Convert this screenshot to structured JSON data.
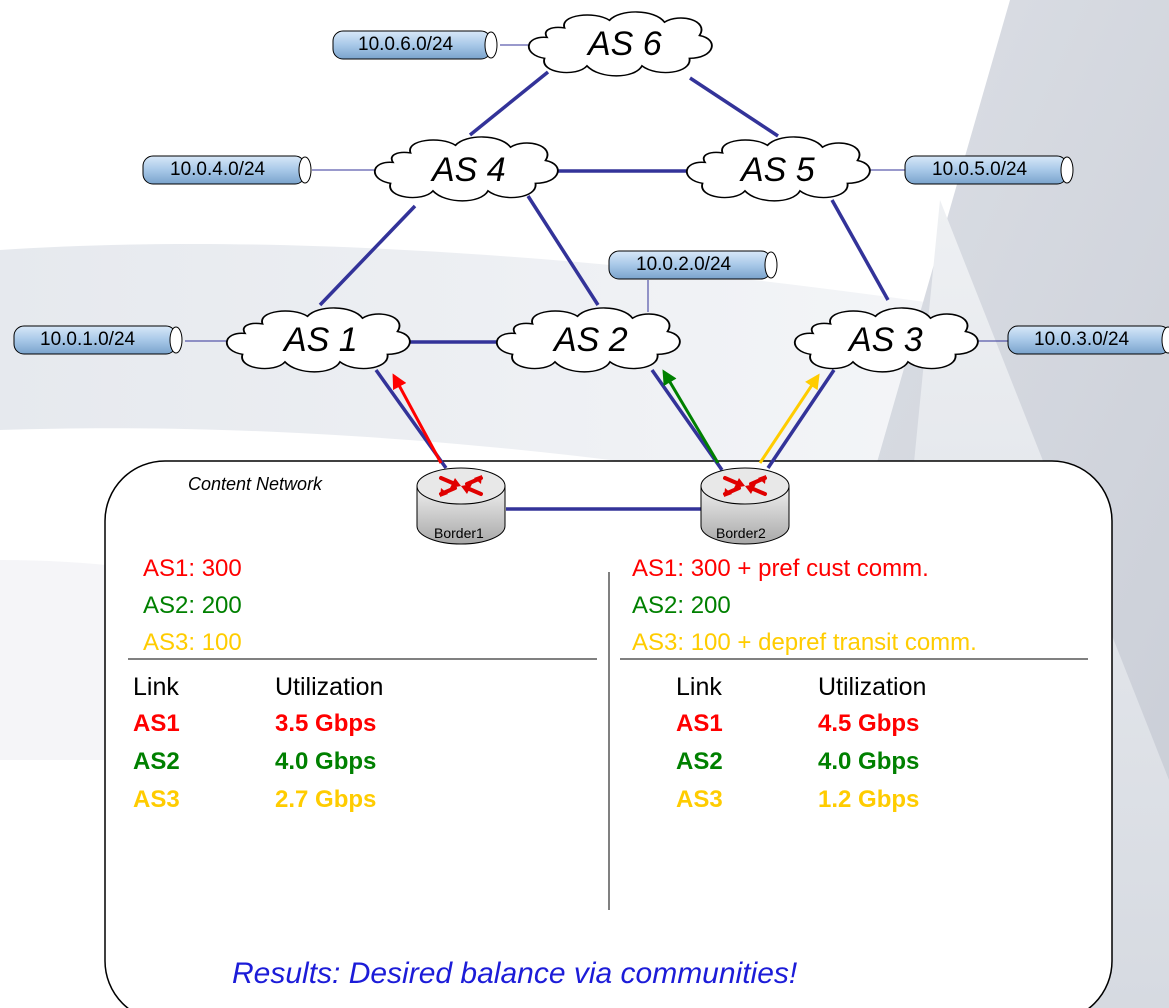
{
  "as_nodes": [
    {
      "id": "as6",
      "label": "AS 6",
      "prefix": "10.0.6.0/24"
    },
    {
      "id": "as4",
      "label": "AS 4",
      "prefix": "10.0.4.0/24"
    },
    {
      "id": "as5",
      "label": "AS 5",
      "prefix": "10.0.5.0/24"
    },
    {
      "id": "as2",
      "label": "AS 2",
      "prefix": "10.0.2.0/24"
    },
    {
      "id": "as1",
      "label": "AS 1",
      "prefix": "10.0.1.0/24"
    },
    {
      "id": "as3",
      "label": "AS 3",
      "prefix": "10.0.3.0/24"
    }
  ],
  "routers": [
    {
      "id": "border1",
      "label": "Border1"
    },
    {
      "id": "border2",
      "label": "Border2"
    }
  ],
  "links": [
    [
      "AS 6",
      "AS 4"
    ],
    [
      "AS 6",
      "AS 5"
    ],
    [
      "AS 4",
      "AS 5"
    ],
    [
      "AS 4",
      "AS 1"
    ],
    [
      "AS 4",
      "AS 2"
    ],
    [
      "AS 5",
      "AS 3"
    ],
    [
      "AS 1",
      "AS 2"
    ],
    [
      "AS 1",
      "Border1"
    ],
    [
      "AS 2",
      "Border2"
    ],
    [
      "AS 3",
      "Border2"
    ],
    [
      "Border1",
      "Border2"
    ]
  ],
  "flow_arrows": [
    {
      "from": "Border1",
      "to": "AS 1",
      "color": "#ff0000"
    },
    {
      "from": "Border2",
      "to": "AS 2",
      "color": "#008000"
    },
    {
      "from": "Border2",
      "to": "AS 3",
      "color": "#ffcc00"
    }
  ],
  "colors": {
    "link": "#333399",
    "as1": "#ff0000",
    "as2": "#008000",
    "as3": "#ffcc00",
    "result": "#1c1cd8",
    "prefix_fill": "#a8c8e8"
  },
  "content_box": {
    "title": "Content Network",
    "left": {
      "prefs": [
        "AS1: 300",
        "AS2: 200",
        "AS3: 100"
      ],
      "header": {
        "link": "Link",
        "util": "Utilization"
      },
      "rows": [
        {
          "link": "AS1",
          "util": "3.5 Gbps"
        },
        {
          "link": "AS2",
          "util": "4.0 Gbps"
        },
        {
          "link": "AS3",
          "util": "2.7 Gbps"
        }
      ]
    },
    "right": {
      "prefs": [
        "AS1: 300 + pref cust comm.",
        "AS2: 200",
        "AS3: 100 + depref transit comm."
      ],
      "header": {
        "link": "Link",
        "util": "Utilization"
      },
      "rows": [
        {
          "link": "AS1",
          "util": "4.5 Gbps"
        },
        {
          "link": "AS2",
          "util": "4.0 Gbps"
        },
        {
          "link": "AS3",
          "util": "1.2 Gbps"
        }
      ]
    },
    "result": "Results: Desired balance via communities!"
  }
}
